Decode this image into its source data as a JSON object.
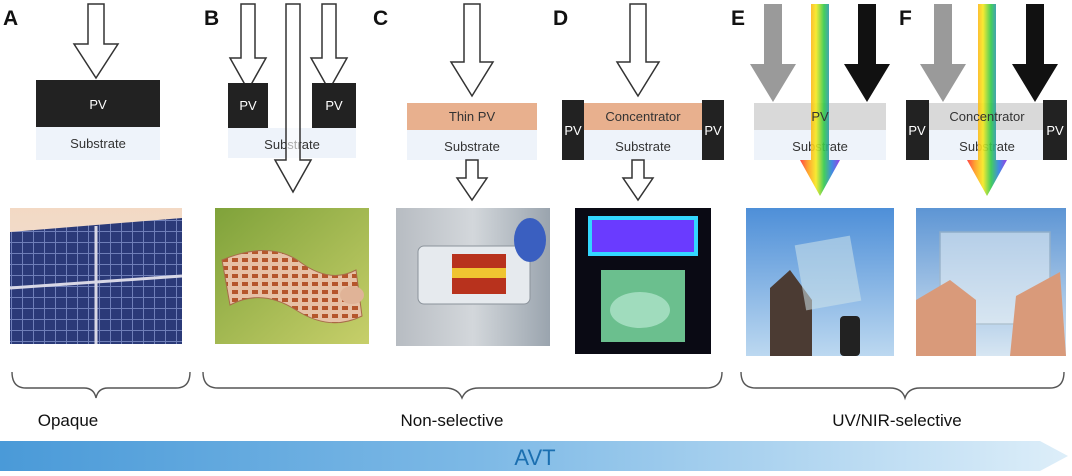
{
  "panels": [
    {
      "letter": "A",
      "layers": {
        "pv": "PV",
        "substrate": "Substrate"
      }
    },
    {
      "letter": "B",
      "layers": {
        "pv_left": "PV",
        "pv_right": "PV",
        "substrate": "Substrate"
      }
    },
    {
      "letter": "C",
      "layers": {
        "pv": "Thin PV",
        "substrate": "Substrate"
      }
    },
    {
      "letter": "D",
      "layers": {
        "concentrator": "Concentrator",
        "pv_left": "PV",
        "pv_right": "PV",
        "substrate": "Substrate"
      }
    },
    {
      "letter": "E",
      "layers": {
        "pv": "PV",
        "substrate": "Substrate"
      }
    },
    {
      "letter": "F",
      "layers": {
        "concentrator": "Concentrator",
        "pv_left": "PV",
        "pv_right": "PV",
        "substrate": "Substrate"
      }
    }
  ],
  "groups": [
    {
      "label": "Opaque"
    },
    {
      "label": "Non-selective"
    },
    {
      "label": "UV/NIR-selective"
    }
  ],
  "avt": {
    "label": "AVT"
  },
  "colors": {
    "pv_dark": "#222222",
    "thin_pv": "#e8b08e",
    "substrate": "#eef3fa",
    "gray_arrow": "#9a9a9a",
    "avt_start": "#4a9ad8",
    "avt_end": "#ddeef9",
    "avt_text": "#1b6fb0"
  }
}
